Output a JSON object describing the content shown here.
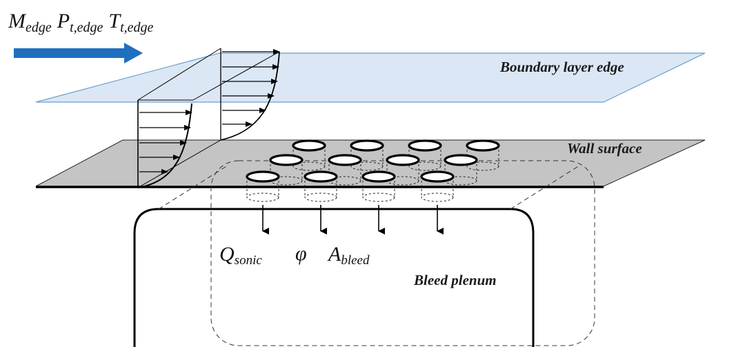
{
  "freestream": {
    "m_main": "M",
    "m_sub": "edge",
    "p_main": "P",
    "p_sub": "t,edge",
    "t_main": "T",
    "t_sub": "t,edge"
  },
  "labels": {
    "boundary_layer_edge": "Boundary layer edge",
    "wall_surface": "Wall surface",
    "bleed_plenum": "Bleed plenum"
  },
  "bleed_params": {
    "q_main": "Q",
    "q_sub": "sonic",
    "phi": "φ",
    "a_main": "A",
    "a_sub": "bleed"
  },
  "colors": {
    "flow_arrow": "#1f6fbf",
    "boundary_plane_fill": "#dbe7f5",
    "boundary_plane_stroke": "#6a9fd0",
    "wall_fill": "#c4c4c4",
    "line": "#000000"
  },
  "icons": {
    "flow_direction": "arrow-right-icon",
    "suction_flow": "arrow-down-icon"
  }
}
